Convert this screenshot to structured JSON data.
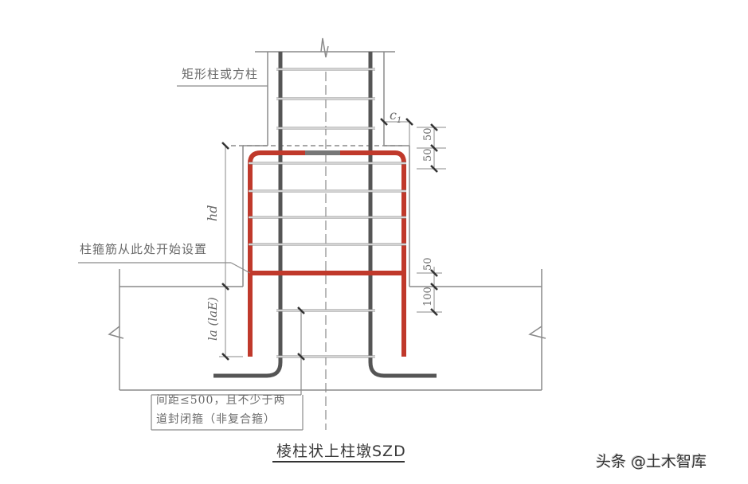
{
  "diagram": {
    "title": "棱柱状上柱墩SZD",
    "labels": {
      "column_type": "矩形柱或方柱",
      "stirrup_start": "柱箍筋从此处开始设置",
      "note_line1": "间距≤500，且不少于两",
      "note_line2": "道封闭箍（非复合箍）"
    },
    "dimensions": {
      "c1": "c",
      "c1_sub": "1",
      "top_50_a": "50",
      "top_50_b": "50",
      "lower_50": "50",
      "lower_100": "100",
      "hd": "hd",
      "la": "la (laE)"
    },
    "colors": {
      "pier_rebar": "#c0392b",
      "column_rebar": "#555555",
      "lines": "#8a8a8a"
    }
  },
  "watermark": "头条 @土木智库"
}
